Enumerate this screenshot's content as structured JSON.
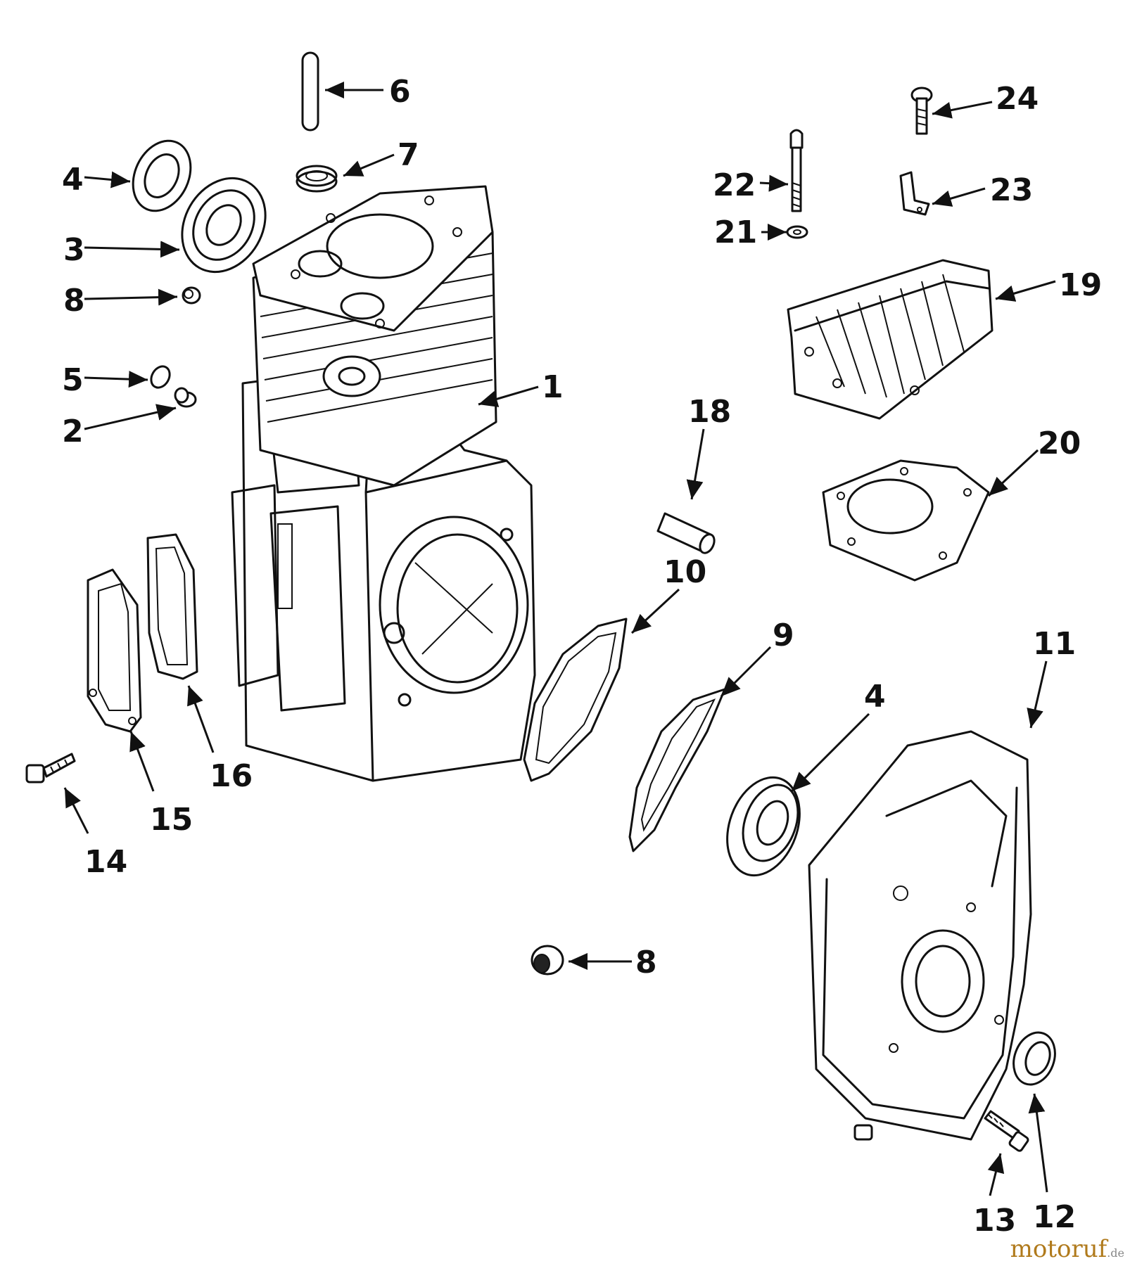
{
  "callouts": [
    {
      "id": "1",
      "label": "1"
    },
    {
      "id": "2",
      "label": "2"
    },
    {
      "id": "3",
      "label": "3"
    },
    {
      "id": "4a",
      "label": "4"
    },
    {
      "id": "4b",
      "label": "4"
    },
    {
      "id": "5",
      "label": "5"
    },
    {
      "id": "6",
      "label": "6"
    },
    {
      "id": "7",
      "label": "7"
    },
    {
      "id": "8a",
      "label": "8"
    },
    {
      "id": "8b",
      "label": "8"
    },
    {
      "id": "9",
      "label": "9"
    },
    {
      "id": "10",
      "label": "10"
    },
    {
      "id": "11",
      "label": "11"
    },
    {
      "id": "12",
      "label": "12"
    },
    {
      "id": "13",
      "label": "13"
    },
    {
      "id": "14",
      "label": "14"
    },
    {
      "id": "15",
      "label": "15"
    },
    {
      "id": "16",
      "label": "16"
    },
    {
      "id": "18",
      "label": "18"
    },
    {
      "id": "19",
      "label": "19"
    },
    {
      "id": "20",
      "label": "20"
    },
    {
      "id": "21",
      "label": "21"
    },
    {
      "id": "22",
      "label": "22"
    },
    {
      "id": "23",
      "label": "23"
    },
    {
      "id": "24",
      "label": "24"
    }
  ],
  "watermark": {
    "brand": "motoruf",
    "suffix": ".de"
  }
}
